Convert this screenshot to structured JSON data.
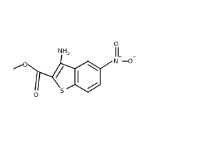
{
  "molecule": {
    "atoms": {
      "nh2": "NH",
      "nh2_sub": "2",
      "sulfur": "S",
      "nitro_n": "N",
      "nitro_n_charge": "+",
      "nitro_o_double": "O",
      "nitro_o_single": "O",
      "nitro_o_charge": "−",
      "ester_carbonyl_o": "O",
      "ester_ether_o": "O"
    },
    "colors": {
      "bond": "#000000",
      "text": "#000000",
      "background": "#ffffff"
    }
  }
}
